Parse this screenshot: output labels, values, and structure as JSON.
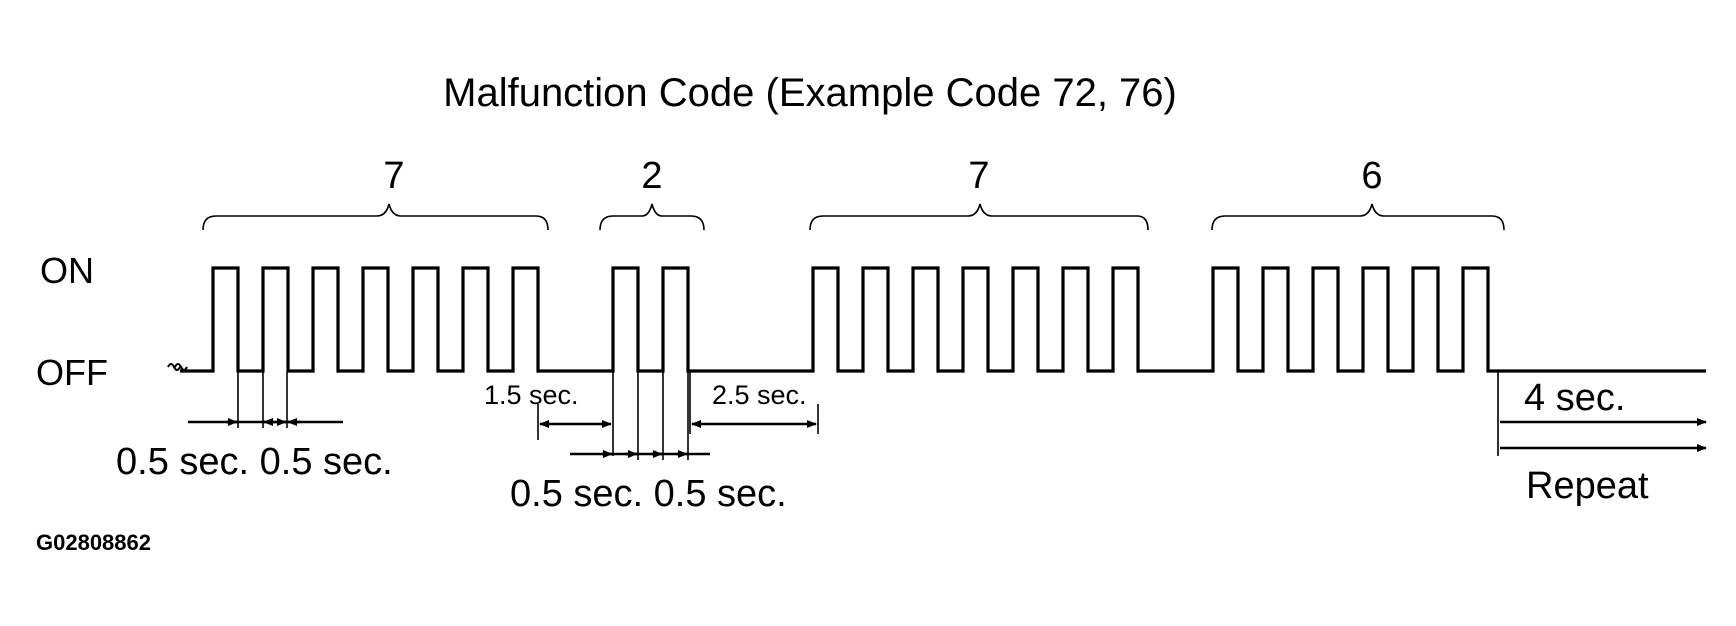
{
  "title": "Malfunction Code (Example Code 72, 76)",
  "levels": {
    "on": "ON",
    "off": "OFF"
  },
  "code_groups": [
    {
      "digit": "7",
      "pulses": 7
    },
    {
      "digit": "2",
      "pulses": 2
    },
    {
      "digit": "7",
      "pulses": 7
    },
    {
      "digit": "6",
      "pulses": 6
    }
  ],
  "timing_labels": {
    "pulse_a": "0.5 sec. 0.5 sec.",
    "pulse_b": "0.5 sec. 0.5 sec.",
    "digit_gap": "1.5 sec.",
    "code_gap": "2.5 sec.",
    "pause": "4 sec.",
    "repeat": "Repeat"
  },
  "figure_id": "G02808862"
}
